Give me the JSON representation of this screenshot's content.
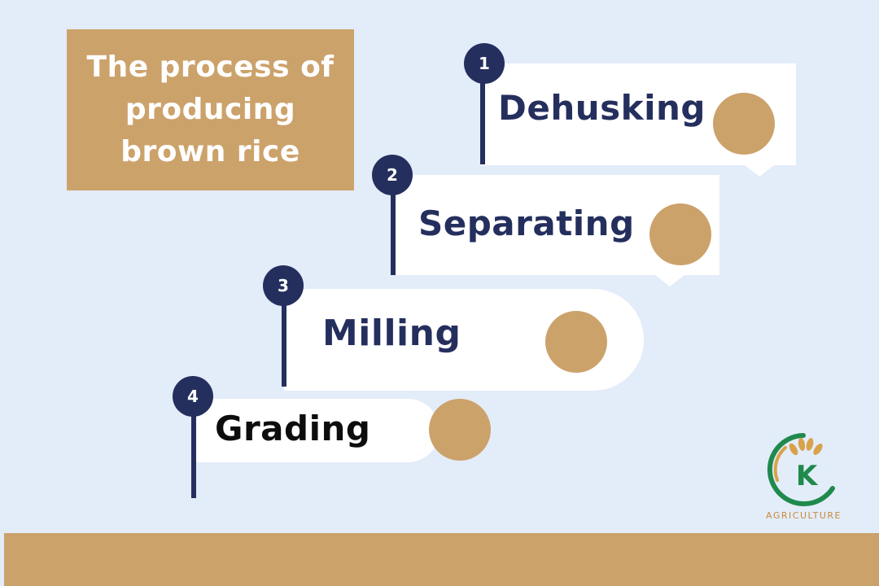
{
  "title": "The process of producing brown rice",
  "steps": [
    {
      "number": "1",
      "label": "Dehusking"
    },
    {
      "number": "2",
      "label": "Separating"
    },
    {
      "number": "3",
      "label": "Milling"
    },
    {
      "number": "4",
      "label": "Grading"
    }
  ],
  "logo": {
    "letter": "K",
    "caption": "AGRICULTURE"
  },
  "colors": {
    "background": "#e3ecf9",
    "accent_gold": "#cca26b",
    "navy": "#252f5e",
    "card": "#ffffff",
    "logo_green": "#1f8a4c"
  }
}
